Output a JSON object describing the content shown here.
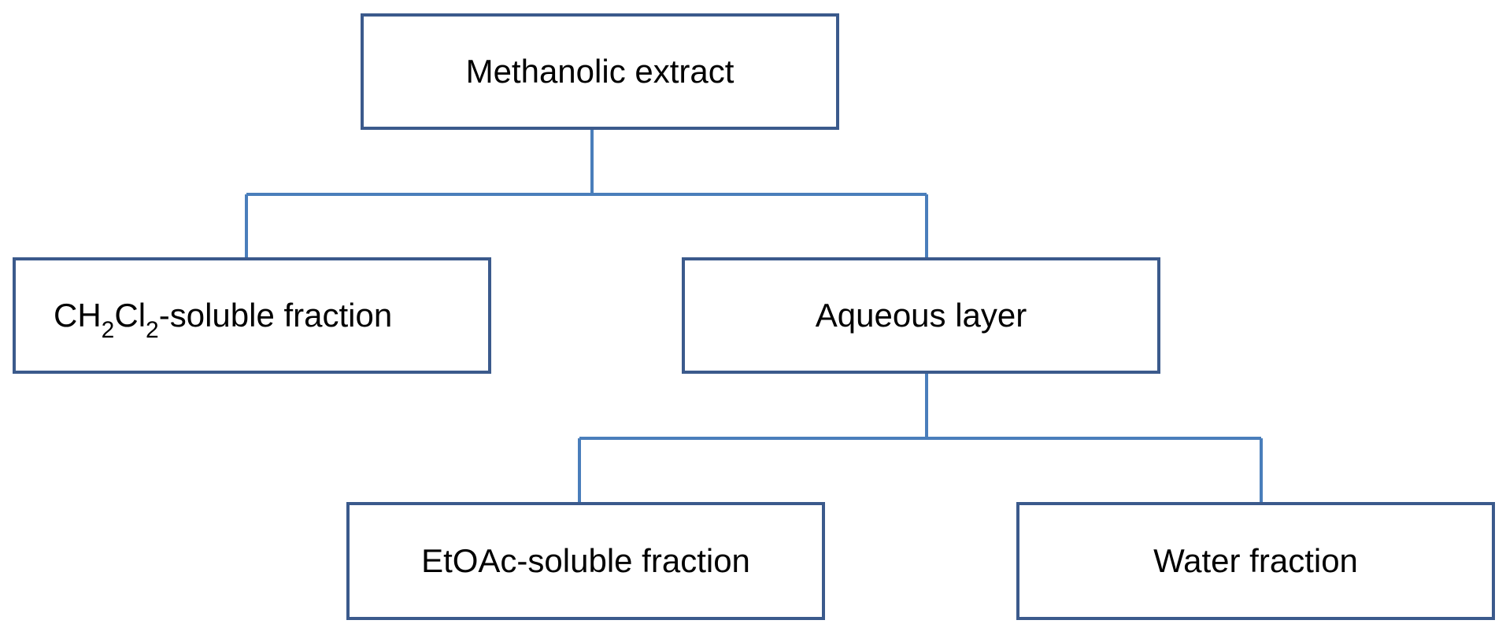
{
  "diagram": {
    "type": "flowchart",
    "line_color": "#4a7ebb",
    "box_border_color": "#3b5a8c",
    "nodes": {
      "root": {
        "label": "Methanolic extract"
      },
      "ch2cl2": {
        "part1": "CH",
        "sub1": "2",
        "part2": "Cl",
        "sub2": "2",
        "part3": "-soluble fraction"
      },
      "aqueous": {
        "label": "Aqueous layer"
      },
      "etoac": {
        "label": "EtOAc-soluble fraction"
      },
      "water": {
        "label": "Water fraction"
      }
    },
    "edges": [
      {
        "from": "Methanolic extract",
        "to": "CH2Cl2-soluble fraction"
      },
      {
        "from": "Methanolic extract",
        "to": "Aqueous layer"
      },
      {
        "from": "Aqueous layer",
        "to": "EtOAc-soluble fraction"
      },
      {
        "from": "Aqueous layer",
        "to": "Water fraction"
      }
    ]
  }
}
